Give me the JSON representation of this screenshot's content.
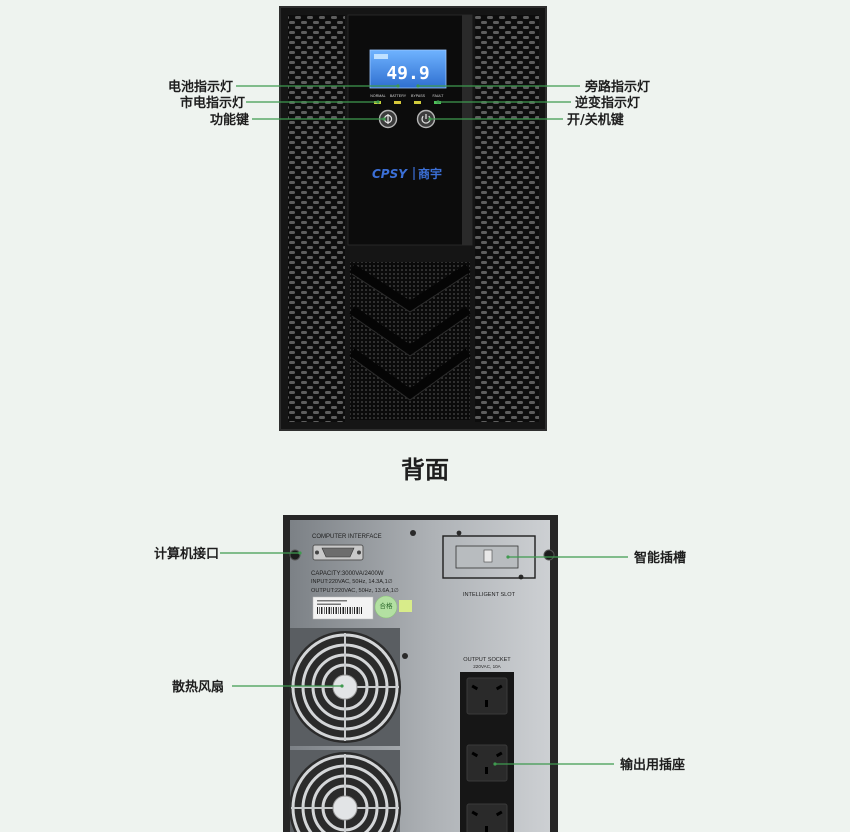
{
  "front": {
    "lcd_reading": "49.9",
    "indicators": [
      "NORMAL",
      "BATTERY",
      "BYPASS",
      "FAULT"
    ],
    "brand_logo": "CPSY",
    "brand_name": "商宇",
    "callouts": {
      "battery_indicator": "电池指示灯",
      "mains_indicator": "市电指示灯",
      "function_key": "功能键",
      "bypass_indicator": "旁路指示灯",
      "inverter_indicator": "逆变指示灯",
      "power_key": "开/关机键"
    }
  },
  "section_title": "背面",
  "rear": {
    "computer_interface_label": "COMPUTER INTERFACE",
    "nameplate": [
      "CAPACITY:3000VA/2400W",
      "INPUT:220VAC, 50Hz, 14.3A,1∅",
      "OUTPUT:220VAC, 50Hz, 13.6A,1∅"
    ],
    "qc_sticker": "合格",
    "intelligent_slot_label": "INTELLIGENT SLOT",
    "output_socket_label": "OUTPUT SOCKET",
    "output_socket_rating": "220VAC, 10A",
    "callouts": {
      "computer_interface": "计算机接口",
      "intelligent_slot": "智能插槽",
      "cooling_fan": "散热风扇",
      "output_socket": "输出用插座"
    }
  },
  "colors": {
    "background": "#eef3ef",
    "leader_line": "#3f9a4f",
    "lcd": "#3f86e0",
    "brand_blue": "#3b6fd6",
    "cabinet": "#151515"
  }
}
